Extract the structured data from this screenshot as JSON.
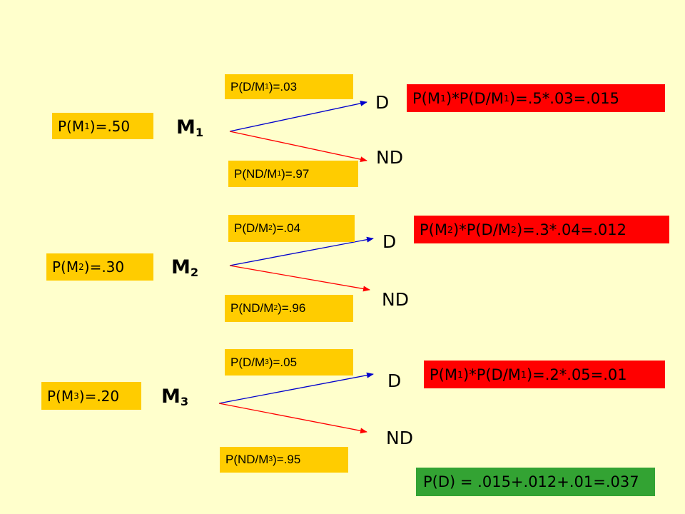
{
  "branches": [
    {
      "prior": {
        "pre": "P(M",
        "sub": "1",
        "post": ")=.50"
      },
      "machine": {
        "name": "M",
        "sub": "1"
      },
      "cond_d": {
        "pre": "P(D/M",
        "sub": "1",
        "post": ")=.03"
      },
      "cond_nd": {
        "pre": "P(ND/M",
        "sub": "1",
        "post": ")=.97"
      },
      "d_label": "D",
      "nd_label": "ND",
      "result": {
        "p1": "P(M",
        "s1": "1",
        "p2": ")*P(D/M",
        "s2": "1",
        "p3": ")=.5*.03=.015"
      }
    },
    {
      "prior": {
        "pre": "P(M",
        "sub": "2",
        "post": ")=.30"
      },
      "machine": {
        "name": "M",
        "sub": "2"
      },
      "cond_d": {
        "pre": "P(D/M",
        "sub": "2",
        "post": ")=.04"
      },
      "cond_nd": {
        "pre": "P(ND/M",
        "sub": "2",
        "post": ")=.96"
      },
      "d_label": "D",
      "nd_label": "ND",
      "result": {
        "p1": "P(M",
        "s1": "2",
        "p2": ")*P(D/M",
        "s2": "2",
        "p3": ")=.3*.04=.012"
      }
    },
    {
      "prior": {
        "pre": "P(M",
        "sub": "3",
        "post": ")=.20"
      },
      "machine": {
        "name": "M",
        "sub": "3"
      },
      "cond_d": {
        "pre": "P(D/M",
        "sub": "3",
        "post": ")=.05"
      },
      "cond_nd": {
        "pre": "P(ND/M",
        "sub": "3",
        "post": ")=.95"
      },
      "d_label": "D",
      "nd_label": "ND",
      "result": {
        "p1": "P(M",
        "s1": "1",
        "p2": ")*P(D/M",
        "s2": "1",
        "p3": ")=.2*.05=.01"
      }
    }
  ],
  "total": "P(D) = .015+.012+.01=.037",
  "colors": {
    "background": "#ffffcc",
    "label_box": "#ffcc00",
    "result_box": "#ff0000",
    "total_box": "#33a333",
    "d_arrow": "#0000cc",
    "nd_arrow": "#ff0000"
  }
}
